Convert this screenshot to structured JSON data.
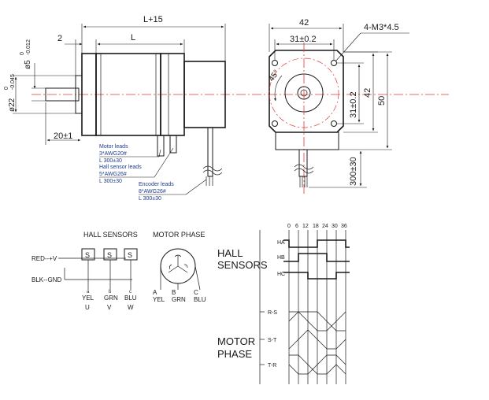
{
  "side_view": {
    "dim_length_plus": "L+15",
    "dim_length": "L",
    "dim_flange": "2",
    "dim_shaft_dia": "ø5",
    "dim_shaft_dia_tol": "0\n-0.012",
    "dim_boss_dia": "ø22",
    "dim_boss_dia_tol": "0\n-0.045",
    "dim_shaft_len": "20±1",
    "motor_leads": [
      "Motor leads",
      "3*AWG20#",
      "L 300±30"
    ],
    "hall_leads": [
      "Hall sensor leads",
      "5*AWG26#",
      "L 300±30"
    ],
    "encoder_leads": [
      "Encoder leads",
      "8*AWG26#",
      "L 300±30"
    ]
  },
  "front_view": {
    "dim_width": "42",
    "dim_hole_spacing": "31±0.2",
    "dim_holes": "4-M3*4.5",
    "dim_angle": "45°",
    "dim_vertical_spacing": "31±0.2",
    "dim_height": "42",
    "dim_overall": "50",
    "dim_lead_len": "300±30"
  },
  "hall_sensors": {
    "title": "HALL SENSORS",
    "red_label": "RED--+V",
    "blk_label": "BLK--GND",
    "chip_label": "S",
    "sensors": [
      {
        "pin": "a",
        "color": "YEL",
        "phase": "U"
      },
      {
        "pin": "b",
        "color": "GRN",
        "phase": "V"
      },
      {
        "pin": "c",
        "color": "BLU",
        "phase": "W"
      }
    ]
  },
  "motor_phase": {
    "title": "MOTOR PHASE",
    "leads": [
      {
        "pin": "A",
        "color": "YEL"
      },
      {
        "pin": "B",
        "color": "GRN"
      },
      {
        "pin": "C",
        "color": "BLU"
      }
    ]
  },
  "timing": {
    "degree_labels": [
      "0",
      "6",
      "12",
      "18",
      "24",
      "30",
      "36"
    ],
    "hall_rows": [
      "HA",
      "HB",
      "HC"
    ],
    "phase_rows": [
      "R-S",
      "S-T",
      "T-R"
    ],
    "hall_title": [
      "HALL",
      "SENSORS"
    ],
    "phase_title": [
      "MOTOR",
      "PHASE"
    ]
  }
}
